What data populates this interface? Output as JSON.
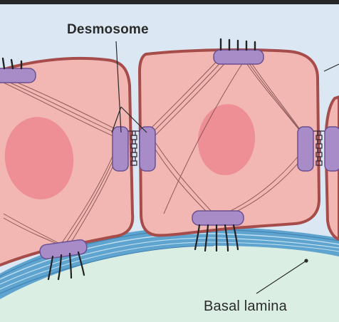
{
  "labels": {
    "desmosome": "Desmosome",
    "basal_lamina": "Basal lamina"
  },
  "colors": {
    "background": "#dbe8f3",
    "cell_fill": "#f2b7b2",
    "cell_border": "#a64d4b",
    "nucleus": "#ee8f96",
    "plaque": "#a88cc8",
    "plaque_border": "#6a4f92",
    "filament": "#7b4a4a",
    "basal_lamina_outer": "#4a90c0",
    "basal_lamina_inner": "#8cc3e2",
    "connective_tissue": "#dbeee4",
    "top_bar": "#262626"
  },
  "icons": [
    "desmosome-junction",
    "hemidesmosome",
    "keratin-filament",
    "nucleus"
  ]
}
